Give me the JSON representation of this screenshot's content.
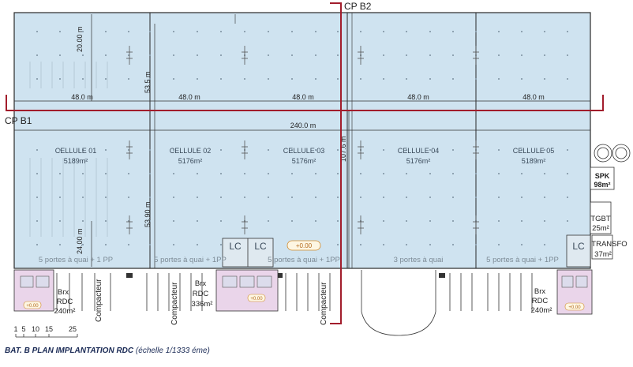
{
  "caption": {
    "title": "BAT. B PLAN IMPLANTATION RDC",
    "scale": "(échelle 1/1333 éme)"
  },
  "sections": {
    "cp_b1": "CP B1",
    "cp_b2": "CP B2"
  },
  "dimensions": {
    "cell_width": "48.0 m",
    "total_width": "240.0 m",
    "depth_top": "20.00 m",
    "depth_mid": "53.5 m",
    "depth_lower": "53.90 m",
    "depth_bottom": "24.00 m",
    "total_depth": "107.6 m"
  },
  "cells": [
    {
      "name": "CELLULE 01",
      "area": "5189m²",
      "docks": "5 portes à quai + 1 PP"
    },
    {
      "name": "CELLULE 02",
      "area": "5176m²",
      "docks": "5 portes à quai + 1PP"
    },
    {
      "name": "CELLULE 03",
      "area": "5176m²",
      "docks": "5 portes à quai + 1PP"
    },
    {
      "name": "CELLULE 04",
      "area": "5176m²",
      "docks": "3 portes à quai"
    },
    {
      "name": "CELLULE 05",
      "area": "5189m²",
      "docks": "5 portes à quai + 1PP"
    }
  ],
  "local_charge": "LC",
  "elevation": "+0.00",
  "compacteur": "Compacteur",
  "offices": {
    "left": {
      "line1": "Brx",
      "line2": "RDC",
      "line3": "240m²"
    },
    "mid": {
      "line1": "Brx",
      "line2": "RDC",
      "line3": "336m²"
    },
    "right": {
      "line1": "Brx",
      "line2": "RDC",
      "line3": "240m²"
    }
  },
  "annexes": {
    "spk": "SPK",
    "spk_area": "98m²",
    "tgbt": "TGBT",
    "tgbt_area": "25m²",
    "transfo": "TRANSFO",
    "transfo_area": "37m²"
  },
  "scale_bar": [
    "1",
    "5",
    "10",
    "15",
    "25"
  ],
  "colors": {
    "floor": "#cfe3f0",
    "walls": "#2a2a2a",
    "section_line": "#a21d2c",
    "office": "#ead5ea",
    "text": "#3a4a5a",
    "grid": "#9fb0bd"
  }
}
